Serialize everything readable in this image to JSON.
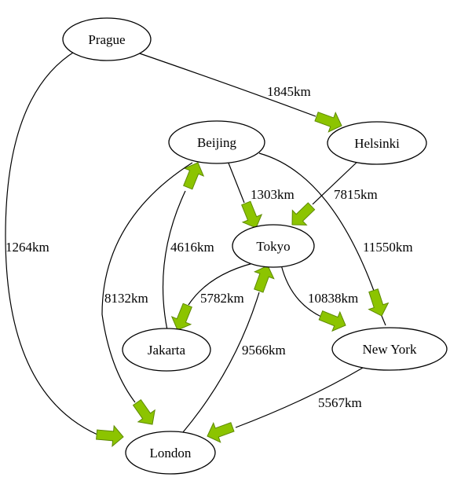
{
  "colors": {
    "arrow": "#8cc400",
    "arrow_stroke": "#5e8a00",
    "stroke": "#000000",
    "background": "#ffffff"
  },
  "nodes": {
    "prague": "Prague",
    "helsinki": "Helsinki",
    "beijing": "Beijing",
    "tokyo": "Tokyo",
    "jakarta": "Jakarta",
    "new_york": "New York",
    "london": "London"
  },
  "edges": [
    {
      "from": "Prague",
      "to": "Helsinki",
      "label": "1845km"
    },
    {
      "from": "Prague",
      "to": "London",
      "label": "1264km"
    },
    {
      "from": "Beijing",
      "to": "Tokyo",
      "label": "1303km"
    },
    {
      "from": "Helsinki",
      "to": "Tokyo",
      "label": "7815km"
    },
    {
      "from": "Beijing",
      "to": "New York",
      "label": "11550km"
    },
    {
      "from": "Jakarta",
      "to": "Beijing",
      "label": "4616km"
    },
    {
      "from": "Beijing",
      "to": "London",
      "label": "8132km"
    },
    {
      "from": "Tokyo",
      "to": "Jakarta",
      "label": "5782km"
    },
    {
      "from": "Tokyo",
      "to": "New York",
      "label": "10838km"
    },
    {
      "from": "London",
      "to": "Tokyo",
      "label": "9566km"
    },
    {
      "from": "New York",
      "to": "London",
      "label": "5567km"
    }
  ]
}
